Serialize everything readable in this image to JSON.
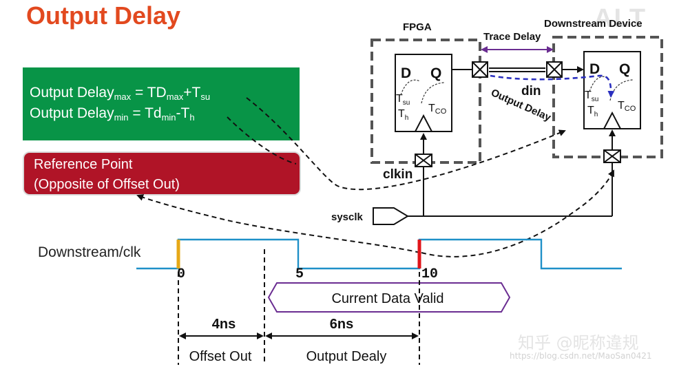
{
  "title": "Output Delay",
  "watermark_logo": "ALT",
  "formulas": {
    "max": {
      "lhs": "Output Delay",
      "lhs_sub": "max",
      "eq": " = TD",
      "td_sub": "max",
      "plus": "+T",
      "t_sub": "su"
    },
    "min": {
      "lhs": "Output Delay",
      "lhs_sub": "min",
      "eq": " = Td",
      "td_sub": "min",
      "minus": "-T",
      "t_sub": "h"
    }
  },
  "reference": {
    "line1": "Reference Point",
    "line2": "(Opposite of Offset Out)"
  },
  "blocks": {
    "fpga": {
      "label": "FPGA",
      "d": "D",
      "q": "Q",
      "tsu": "T",
      "tsu_sub": "su",
      "th": "T",
      "th_sub": "h",
      "tco": "T",
      "tco_sub": "CO"
    },
    "downstream": {
      "label": "Downstream Device",
      "d": "D",
      "q": "Q",
      "tsu": "T",
      "tsu_sub": "su",
      "th": "T",
      "th_sub": "h",
      "tco": "T",
      "tco_sub": "CO"
    }
  },
  "signals": {
    "trace_delay": "Trace Delay",
    "din": "din",
    "output_delay_arrow": "Output Delay",
    "clkin": "clkin",
    "sysclk": "sysclk"
  },
  "timing": {
    "clock_label": "Downstream/clk",
    "ticks": [
      "0",
      "5",
      "10"
    ],
    "data_valid": "Current Data Valid",
    "offset_out": {
      "value": "4ns",
      "label": "Offset Out"
    },
    "output_delay": {
      "value": "6ns",
      "label": "Output Dealy"
    }
  },
  "colors": {
    "title": "#e2491f",
    "green_box": "#089447",
    "red_box": "#b01427",
    "clock_wave": "#1e90c8",
    "edge_zero": "#e6a817",
    "edge_ten": "#e0161b",
    "trace_arrow": "#6a2c91",
    "path_blue": "#2a2fbf"
  },
  "footer": {
    "watermark": "知乎 @昵称違规",
    "url": "https://blog.csdn.net/MaoSan0421"
  }
}
